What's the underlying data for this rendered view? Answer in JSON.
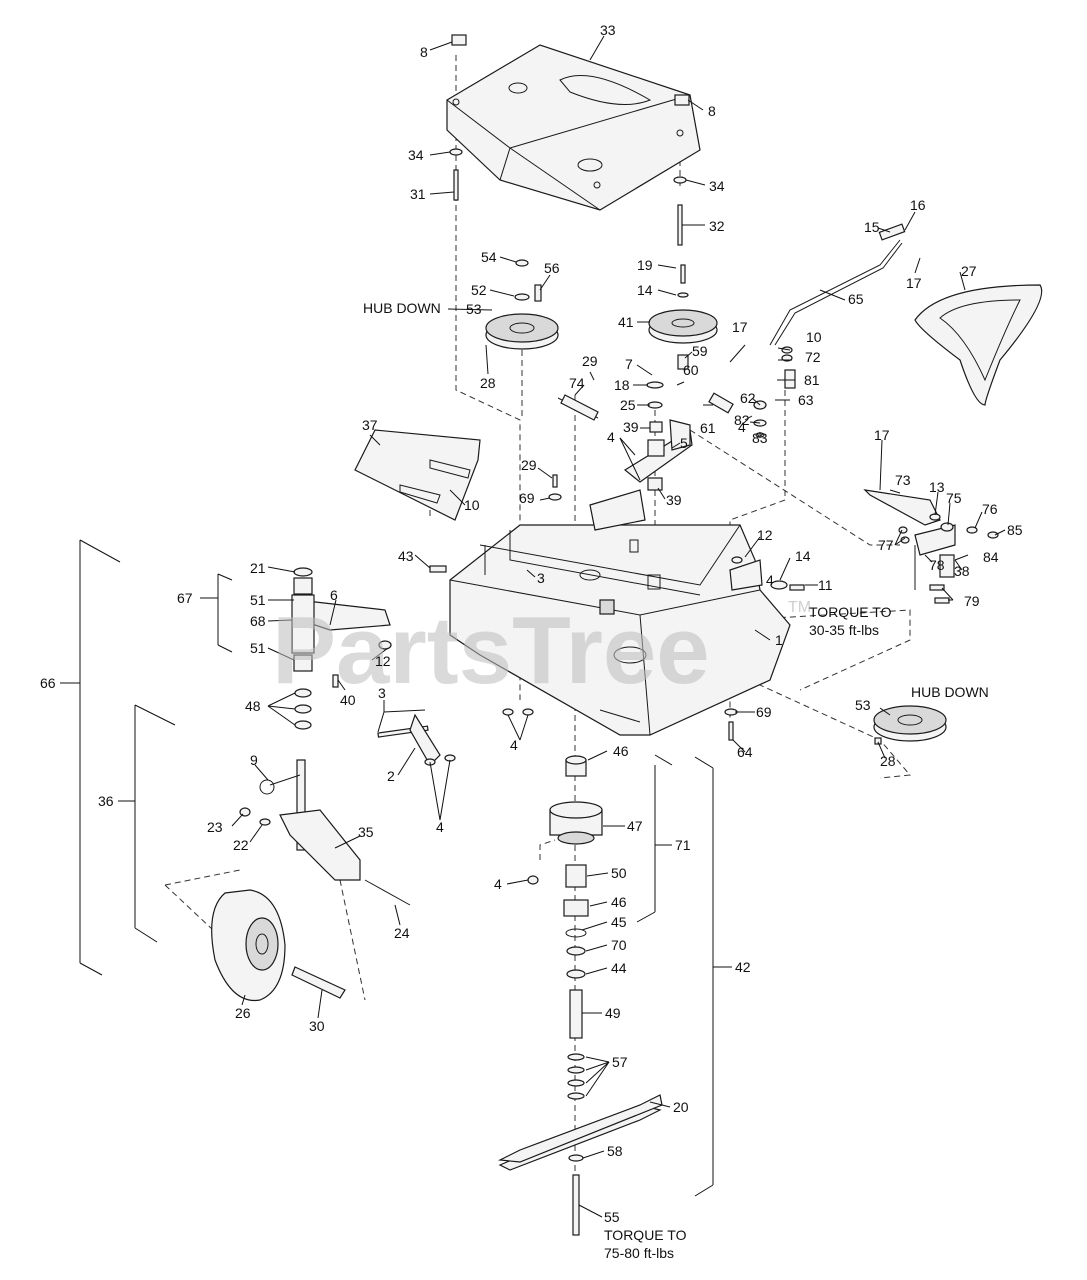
{
  "labels": {
    "l1": "1",
    "l2": "2",
    "l3a": "3",
    "l3b": "3",
    "l4a": "4",
    "l4b": "4",
    "l4c": "4",
    "l4d": "4",
    "l4e": "4",
    "l5": "5",
    "l6": "6",
    "l7": "7",
    "l8a": "8",
    "l8b": "8",
    "l9": "9",
    "l10a": "10",
    "l10b": "10",
    "l11": "11",
    "l12a": "12",
    "l12b": "12",
    "l13": "13",
    "l14a": "14",
    "l14b": "14",
    "l15": "15",
    "l16": "16",
    "l17a": "17",
    "l17b": "17",
    "l17c": "17",
    "l18": "18",
    "l19": "19",
    "l20": "20",
    "l21": "21",
    "l22": "22",
    "l23": "23",
    "l24": "24",
    "l25": "25",
    "l26": "26",
    "l27": "27",
    "l28a": "28",
    "l28b": "28",
    "l29a": "29",
    "l29b": "29",
    "l30": "30",
    "l31": "31",
    "l32": "32",
    "l33": "33",
    "l34a": "34",
    "l34b": "34",
    "l35": "35",
    "l36": "36",
    "l37": "37",
    "l38": "38",
    "l39a": "39",
    "l39b": "39",
    "l40": "40",
    "l41": "41",
    "l42": "42",
    "l43": "43",
    "l44": "44",
    "l45": "45",
    "l46a": "46",
    "l46b": "46",
    "l47": "47",
    "l48": "48",
    "l49": "49",
    "l50": "50",
    "l51a": "51",
    "l51b": "51",
    "l52": "52",
    "l53a": "53",
    "l53b": "53",
    "l54": "54",
    "l55": "55",
    "l56": "56",
    "l57": "57",
    "l58": "58",
    "l59": "59",
    "l60": "60",
    "l61": "61",
    "l62": "62",
    "l63": "63",
    "l64": "64",
    "l65": "65",
    "l66": "66",
    "l67": "67",
    "l68": "68",
    "l69a": "69",
    "l69b": "69",
    "l70": "70",
    "l71": "71",
    "l72": "72",
    "l73": "73",
    "l74": "74",
    "l75": "75",
    "l76": "76",
    "l77": "77",
    "l78": "78",
    "l79": "79",
    "l81": "81",
    "l82": "82",
    "l83": "83",
    "l84": "84",
    "l85": "85"
  },
  "notes": {
    "hub_down_top": "HUB DOWN",
    "hub_down_right": "HUB DOWN",
    "torque_deck_1": "TORQUE TO",
    "torque_deck_2": "30-35 ft-lbs",
    "torque_blade_1": "TORQUE TO",
    "torque_blade_2": "75-80 ft-lbs"
  },
  "watermark": {
    "text": "PartsTree",
    "tm": "TM"
  }
}
